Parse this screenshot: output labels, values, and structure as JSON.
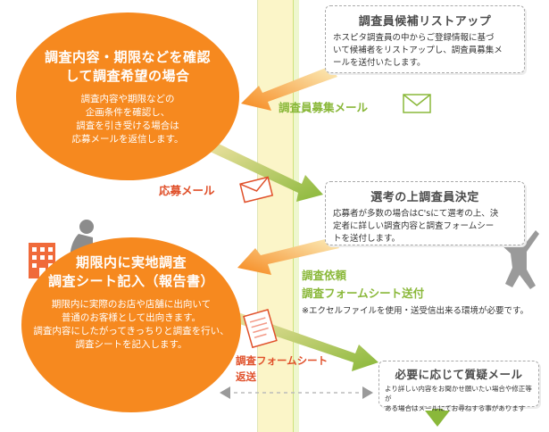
{
  "circles": [
    {
      "title_lines": [
        "調査内容・期限などを確認",
        "して調査希望の場合"
      ],
      "body_lines": [
        "調査内容や期限などの",
        "企画条件を確認し、",
        "調査を引き受ける場合は",
        "応募メールを返信します。"
      ]
    },
    {
      "title_lines": [
        "期限内に実地調査",
        "調査シート記入（報告書）"
      ],
      "body_lines": [
        "期限内に実際のお店や店舗に出向いて",
        "普通のお客様として出向きます。",
        "調査内容にしたがってきっちりと調査を行い、",
        "調査シートを記入します。"
      ]
    }
  ],
  "boxes": [
    {
      "title": "調査員候補リストアップ",
      "body_lines": [
        "ホスピタ調査員の中からご登録情報に基づ",
        "いて候補者をリストアップし、調査員募集メ",
        "ールを送付いたします。"
      ]
    },
    {
      "title": "選考の上調査員決定",
      "body_lines": [
        "応募者が多数の場合はC'sにて選考の上、決",
        "定者に詳しい調査内容と調査フォームシー",
        "トを送付します。"
      ]
    },
    {
      "title": "必要に応じて質疑メール",
      "body_lines": [
        "より詳しい内容をお聞かせ願いたい場合や修正等が",
        "ある場合はメールにてお尋ねする事があります"
      ]
    }
  ],
  "labels": {
    "recruit_mail": "調査員募集メール",
    "apply_mail": "応募メール",
    "request_line1": "調査依頼",
    "request_line2": "調査フォームシート送付",
    "excel_note": "※エクセルファイルを使用・送受信出来る環境が必要です。",
    "sheet_send_line1": "調査フォームシート",
    "sheet_send_line2": "返送"
  },
  "colors": {
    "orange": "#f6891f",
    "green": "#8ab83a",
    "red_text": "#e0502a",
    "yellow_band": "#fbf5c8"
  },
  "icons": [
    "envelope-icon",
    "person-silhouette-icon",
    "building-icon",
    "document-icon"
  ]
}
